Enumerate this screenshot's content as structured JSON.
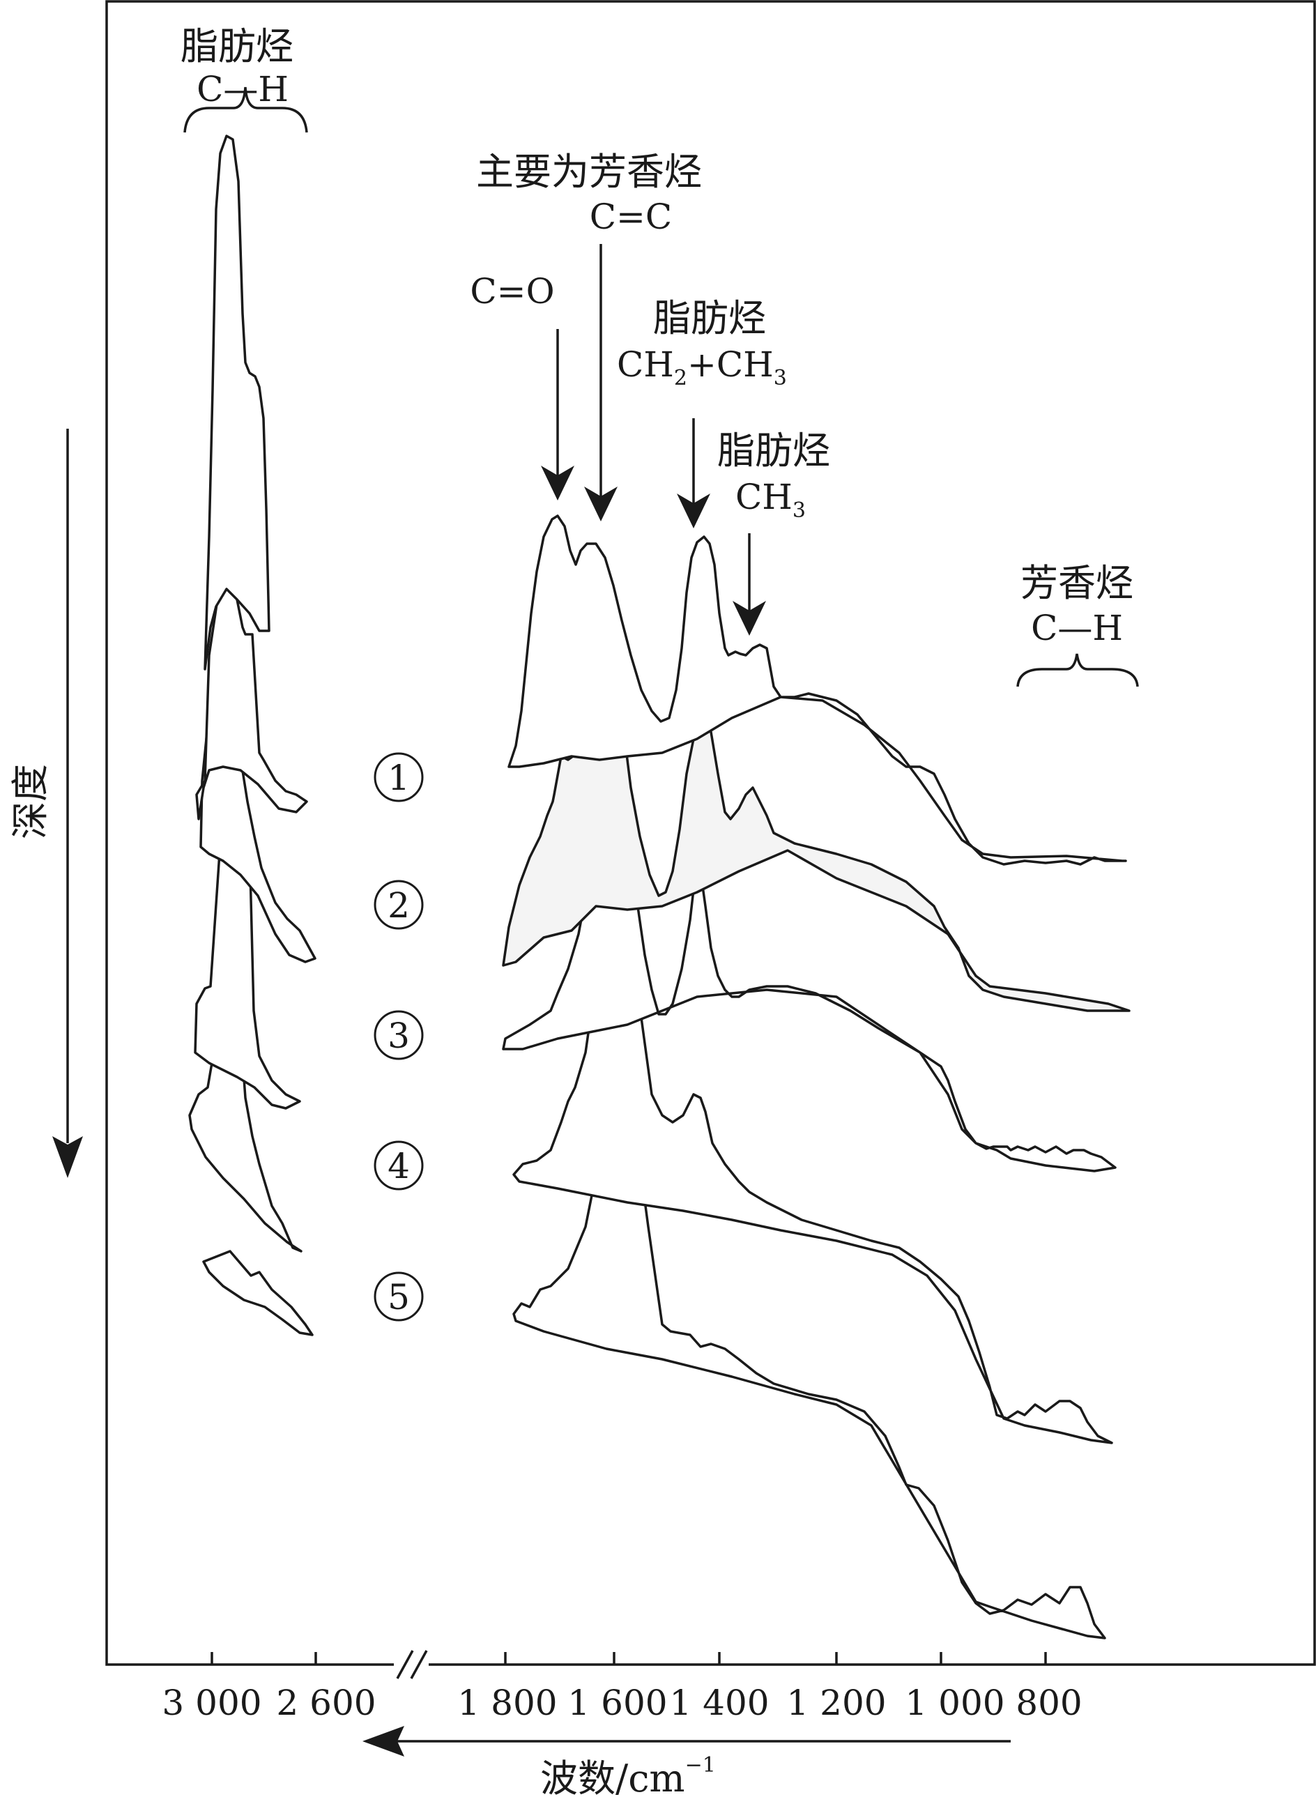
{
  "chart_data": {
    "type": "line",
    "x_axis": {
      "label_text": "波数/cm",
      "label_exponent": "−1",
      "ticks": [
        "3 000",
        "2 600",
        "1 800",
        "1 600",
        "1 400",
        "1 200",
        "1 000",
        "800"
      ],
      "tick_values": [
        3000,
        2600,
        1800,
        1600,
        1400,
        1200,
        1000,
        800
      ],
      "broken": true,
      "direction": "decreasing to the right"
    },
    "y_axis": {
      "label": "深度",
      "direction": "increasing downward"
    },
    "series": [
      {
        "name": "1"
      },
      {
        "name": "2"
      },
      {
        "name": "3"
      },
      {
        "name": "4"
      },
      {
        "name": "5"
      }
    ],
    "peak_labels": [
      {
        "title": "脂肪烃",
        "group": "C—H"
      },
      {
        "title": "主要为芳香烃",
        "group": "C=C"
      },
      {
        "title": "",
        "group": "C=O"
      },
      {
        "title": "脂肪烃",
        "group": "CH",
        "subscripts": [
          "2",
          "3"
        ]
      },
      {
        "title": "脂肪烃",
        "group": "CH",
        "subscripts": [
          "3"
        ]
      },
      {
        "title": "芳香烃",
        "group": "C—H"
      }
    ],
    "circle_labels": [
      "1",
      "2",
      "3",
      "4",
      "5"
    ]
  }
}
